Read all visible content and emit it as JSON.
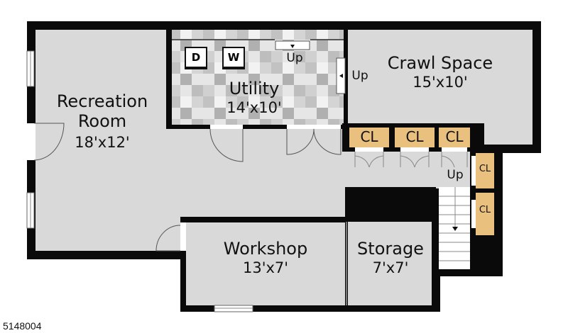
{
  "floor_plan": {
    "rooms": [
      {
        "id": "recreation",
        "name_line1": "Recreation",
        "name_line2": "Room",
        "dimensions": "18'x12'"
      },
      {
        "id": "utility",
        "name": "Utility",
        "dimensions": "14'x10'"
      },
      {
        "id": "crawl",
        "name": "Crawl Space",
        "dimensions": "15'x10'"
      },
      {
        "id": "workshop",
        "name": "Workshop",
        "dimensions": "13'x7'"
      },
      {
        "id": "storage",
        "name": "Storage",
        "dimensions": "7'x7'"
      }
    ],
    "closets": [
      "CL",
      "CL",
      "CL",
      "CL",
      "CL"
    ],
    "stairs": [
      "Up",
      "Up",
      "Up"
    ],
    "appliances": {
      "dryer": "D",
      "washer": "W"
    }
  },
  "colors": {
    "wall": "#0a0a0a",
    "floor": "#d9d9d9",
    "closet": "#e9c07e",
    "tile_light": "#e8e8e8",
    "tile_dark": "#b4b4b4"
  },
  "footer": {
    "listing_id": "5148004"
  }
}
